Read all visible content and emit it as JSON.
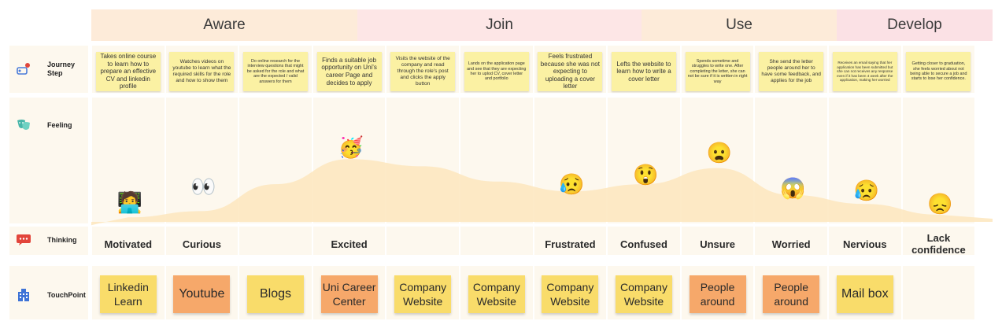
{
  "phases": [
    "Aware",
    "Join",
    "Use",
    "Develop"
  ],
  "row_labels": {
    "journey": "Journey Step",
    "feeling": "Feeling",
    "thinking": "Thinking",
    "touchpoint": "TouchPoint"
  },
  "icons": {
    "journey": "map-route-icon",
    "feeling": "theater-masks-icon",
    "thinking": "speech-bubble-icon",
    "touchpoint": "building-icon"
  },
  "colors": {
    "phase_aware": "#fdebd9",
    "phase_join": "#fde6e6",
    "phase_use": "#fdebd9",
    "phase_develop": "#fbe1e5",
    "column_band": "#fdf8ee",
    "curve": "#fde6bd",
    "note": "#fbf1a3",
    "sticky_yellow": "#f9dc6a",
    "sticky_orange": "#f6a86a"
  },
  "columns": [
    {
      "step": "Takes online course to learn how to prepare an effective CV and linkedin profile",
      "emoji": "🧑‍💻",
      "thinking": "Motivated",
      "touchpoint": "Linkedin Learn",
      "tp_color": "yellow"
    },
    {
      "step": "Watches videos on youtube to learn what the required skills for the role and how to show them",
      "emoji": "👀",
      "thinking": "Curious",
      "touchpoint": "Youtube",
      "tp_color": "orange"
    },
    {
      "step": "Do online research for the interview questions that might be asked for the role and what are the expected / valid answers for them",
      "emoji": "",
      "thinking": "",
      "touchpoint": "Blogs",
      "tp_color": "yellow"
    },
    {
      "step": "Finds a suitable job opportunity on Uni's career Page and decides to apply",
      "emoji": "🥳",
      "thinking": "Excited",
      "touchpoint": "Uni Career Center",
      "tp_color": "orange"
    },
    {
      "step": "Visits the website of the company and read through the role's post and clicks the apply button",
      "emoji": "",
      "thinking": "",
      "touchpoint": "Company Website",
      "tp_color": "yellow"
    },
    {
      "step": "Lands on the application page and see that they are expecting her to uplod CV, cover letter and portfolio",
      "emoji": "",
      "thinking": "",
      "touchpoint": "Company Website",
      "tp_color": "yellow"
    },
    {
      "step": "Feels frustrated because she was not expecting to uploading a cover letter",
      "emoji": "😥",
      "thinking": "Frustrated",
      "touchpoint": "Company Website",
      "tp_color": "yellow"
    },
    {
      "step": "Lefts the website to learn how to write a cover letter",
      "emoji": "😲",
      "thinking": "Confused",
      "touchpoint": "Company Website",
      "tp_color": "yellow"
    },
    {
      "step": "Spends sometime and struggles to write one. After completing the letter, she can not be sure if it is written in right way",
      "emoji": "😦",
      "thinking": "Unsure",
      "touchpoint": "People around",
      "tp_color": "orange"
    },
    {
      "step": "She send the letter people around her to have some feedback, and applies for the job",
      "emoji": "😱",
      "thinking": "Worried",
      "touchpoint": "People around",
      "tp_color": "orange"
    },
    {
      "step": "Receives an email saying that her application has been submitted but she can not receives any response even if it has been 4 week after the application, making her worried",
      "emoji": "😥",
      "thinking": "Nervious",
      "touchpoint": "Mail box",
      "tp_color": "yellow"
    },
    {
      "step": "Getting closer to graduation, she feels worried about not being able to secure a job and starts to lose her confidence.",
      "emoji": "😞",
      "thinking": "Lack confidence",
      "touchpoint": "",
      "tp_color": ""
    }
  ],
  "emotion_levels": [
    0.25,
    0.42,
    0.55,
    0.86,
    0.74,
    0.55,
    0.45,
    0.55,
    0.8,
    0.4,
    0.38,
    0.05
  ]
}
